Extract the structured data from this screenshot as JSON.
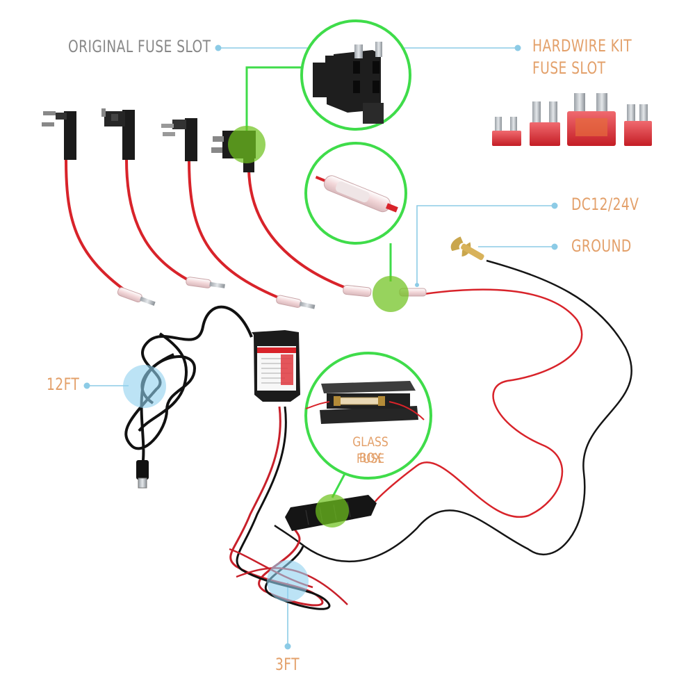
{
  "labels": {
    "original_fuse_slot": "ORIGINAL FUSE SLOT",
    "hardwire_kit_line1": "HARDWIRE KIT",
    "hardwire_kit_line2": "FUSE SLOT",
    "dc_voltage": "DC12/24V",
    "ground": "GROUND",
    "length_main": "12FT",
    "glass_fuse_line1": "GLASS FUSE",
    "glass_fuse_line2": "BOX",
    "length_short": "3FT"
  },
  "colors": {
    "label_gray": "#888888",
    "label_orange": "#e3a06a",
    "callout_green": "#3fdc4a",
    "highlight_green": "#6fc21f",
    "highlight_blue": "#8fd0ee",
    "leader_blue": "#8ccbe6",
    "wire_red": "#d8232a",
    "wire_black": "#151515",
    "fuse_red": "#d9262e"
  },
  "icons": [
    "fuse-tap-adapter-icon",
    "blade-fuse-icon",
    "inline-fuse-holder-icon",
    "ring-terminal-icon",
    "converter-box-icon",
    "micro-usb-plug-icon",
    "glass-fuse-box-icon"
  ]
}
